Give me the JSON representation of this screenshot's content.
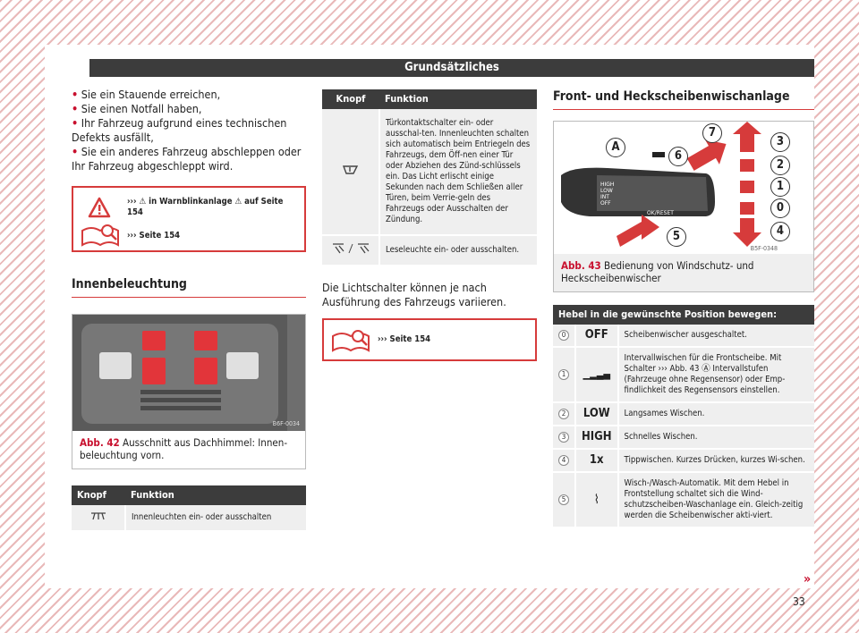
{
  "header": {
    "title": "Grundsätzliches"
  },
  "bullets": [
    "Sie ein Stauende erreichen,",
    "Sie einen Notfall haben,",
    "Ihr Fahrzeug aufgrund eines technischen Defekts ausfällt,",
    "Sie ein anderes Fahrzeug abschleppen oder Ihr Fahrzeug abgeschleppt wird."
  ],
  "warn": {
    "line1": "››› ⚠ in Warnblinkanlage ⚠ auf Seite 154",
    "line2": "››› Seite 154"
  },
  "section1": {
    "title": "Innenbeleuchtung"
  },
  "fig42": {
    "label": "Abb. 42",
    "caption": " Ausschnitt aus Dachhimmel: Innen-beleuchtung vorn.",
    "code": "B6F-0034"
  },
  "table1": {
    "head": [
      "Knopf",
      "Funktion"
    ],
    "rows": [
      {
        "icon": "interior-light-icon",
        "text": "Innenleuchten ein- oder ausschalten"
      }
    ]
  },
  "table2": {
    "head": [
      "Knopf",
      "Funktion"
    ],
    "rows": [
      {
        "icon": "door-contact-icon",
        "text": "Türkontaktschalter ein- oder ausschal-ten. Innenleuchten schalten sich automatisch beim Entriegeln des Fahrzeugs, dem Öff-nen einer Tür oder Abziehen des Zünd-schlüssels ein. Das Licht erlischt einige Sekunden nach dem Schließen aller Türen, beim Verrie-geln des Fahrzeugs oder Ausschalten der Zündung."
      },
      {
        "icon": "reading-light-icon",
        "text": "Leseleuchte ein- oder ausschalten."
      }
    ]
  },
  "para": "Die Lichtschalter können je nach Ausführung des Fahrzeugs variieren.",
  "note": "››› Seite 154",
  "section2": {
    "title": "Front- und Heckscheibenwischanlage"
  },
  "fig43": {
    "label": "Abb. 43",
    "caption": " Bedienung von Windschutz- und Heckscheibenwischer",
    "code": "B5F-0348",
    "callouts": [
      "A",
      "7",
      "6",
      "5",
      "3",
      "2",
      "1",
      "0",
      "4"
    ]
  },
  "table3": {
    "head": "Hebel in die gewünschte Position bewegen:",
    "rows": [
      {
        "num": "0",
        "sym": "OFF",
        "text": "Scheibenwischer ausgeschaltet."
      },
      {
        "num": "1",
        "sym": "▁▂▃▄",
        "text": "Intervallwischen für die Frontscheibe. Mit Schalter ››› Abb. 43 Ⓐ Intervallstufen (Fahrzeuge ohne Regensensor) oder Emp-findlichkeit des Regensensors einstellen."
      },
      {
        "num": "2",
        "sym": "LOW",
        "text": "Langsames Wischen."
      },
      {
        "num": "3",
        "sym": "HIGH",
        "text": "Schnelles Wischen."
      },
      {
        "num": "4",
        "sym": "1x",
        "text": "Tippwischen. Kurzes Drücken, kurzes Wi-schen."
      },
      {
        "num": "5",
        "sym": "⌇",
        "text": "Wisch-/Wasch-Automatik. Mit dem Hebel in Frontstellung schaltet sich die Wind-schutzscheiben-Waschanlage ein. Gleich-zeitig werden die Scheibenwischer akti-viert."
      }
    ]
  },
  "footer": {
    "page": "33",
    "more": "»"
  }
}
